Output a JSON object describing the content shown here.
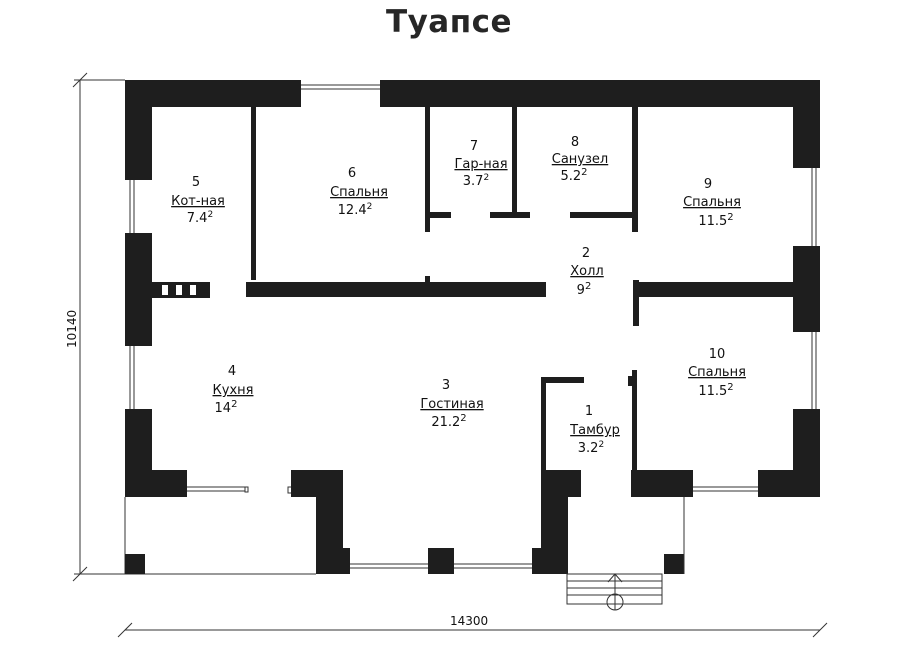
{
  "plan": {
    "title": "Туапсе",
    "dim_width": "14300",
    "dim_height": "10140",
    "rooms": [
      {
        "num": "1",
        "name": "Тамбур",
        "area": "3.2"
      },
      {
        "num": "2",
        "name": "Холл",
        "area": "9"
      },
      {
        "num": "3",
        "name": "Гостиная",
        "area": "21.2"
      },
      {
        "num": "4",
        "name": "Кухня",
        "area": "14"
      },
      {
        "num": "5",
        "name": "Кот-ная",
        "area": "7.4"
      },
      {
        "num": "6",
        "name": "Спальня",
        "area": "12.4"
      },
      {
        "num": "7",
        "name": "Гар-ная",
        "area": "3.7"
      },
      {
        "num": "8",
        "name": "Санузел",
        "area": "5.2"
      },
      {
        "num": "9",
        "name": "Спальня",
        "area": "11.5"
      },
      {
        "num": "10",
        "name": "Спальня",
        "area": "11.5"
      }
    ],
    "area_unit_sup": "2"
  }
}
